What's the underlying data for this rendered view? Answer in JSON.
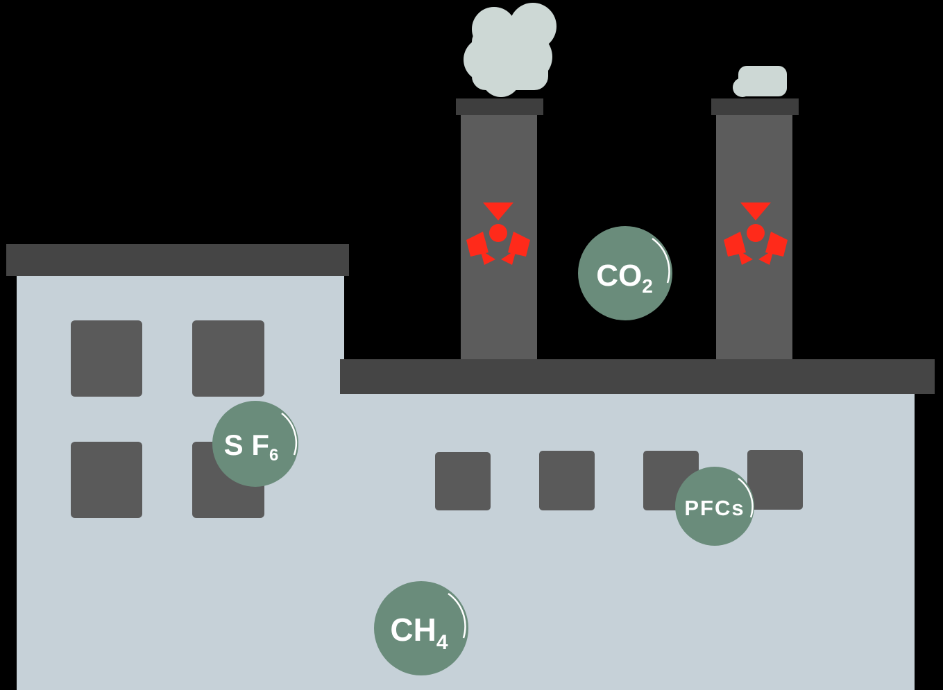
{
  "colors": {
    "background": "#000000",
    "building_wall": "#c6d1d8",
    "roof": "#454545",
    "window": "#5a5a5a",
    "chimney": "#5c5c5c",
    "chimney_cap": "#3e3e3e",
    "smoke": "#cdd8d5",
    "hazard_symbol": "#ff2a1a",
    "gas_bubble": "#6a8c7b",
    "bubble_text": "#ffffff"
  },
  "gases": {
    "co2": {
      "base": "CO",
      "sub": "2"
    },
    "sf6": {
      "base": "S F",
      "sub": "6"
    },
    "pfcs": {
      "base": "PFCs",
      "sub": ""
    },
    "ch4": {
      "base": "CH",
      "sub": "4"
    }
  },
  "icons": {
    "hazard": "radiation-hazard-icon",
    "smoke": "smoke-cloud-icon"
  }
}
